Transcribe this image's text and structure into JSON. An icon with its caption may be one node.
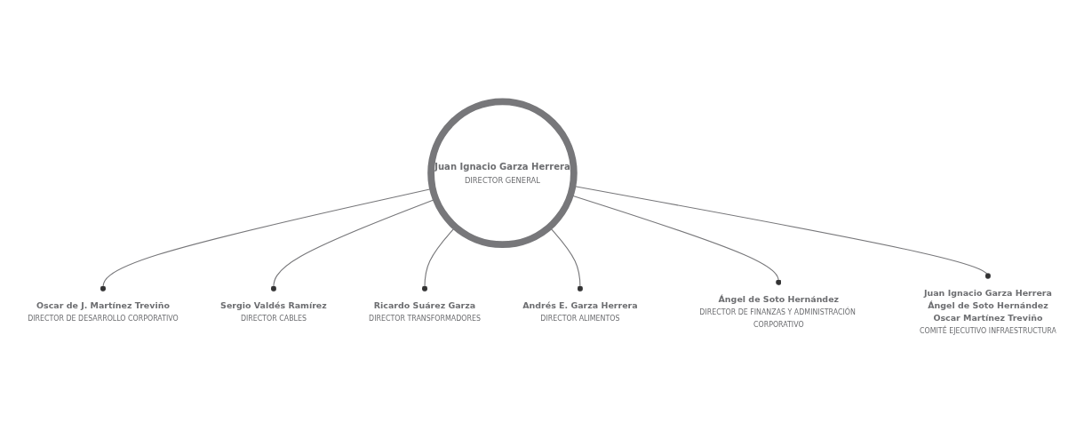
{
  "diagram": {
    "nodes": [
      {
        "text": [
          "Juan Ignacio Garza Herrera",
          "DIRECTOR GENERAL"
        ]
      },
      {
        "text": [
          "Oscar de J. Martínez Treviño",
          "DIRECTOR DE DESARROLLO CORPORATIVO"
        ]
      },
      {
        "text": [
          "Sergio Valdés Ramírez",
          "DIRECTOR CABLES"
        ]
      },
      {
        "text": [
          "Ricardo Suárez Garza",
          "DIRECTOR TRANSFORMADORES"
        ]
      },
      {
        "text": [
          "Andrés E. Garza Herrera",
          "DIRECTOR ALIMENTOS"
        ]
      },
      {
        "text": [
          "Ángel de Soto Hernández",
          "DIRECTOR DE FINANZAS Y ADMINISTRACIÓN CORPORATIVO"
        ]
      },
      {
        "text": [
          "Juan Ignacio Garza Herrera",
          "Ángel de Soto Hernández",
          "Oscar Martínez Treviño",
          "COMITÉ EJECUTIVO INFRAESTRUCTURA"
        ]
      }
    ],
    "edges": [
      {
        "from": 0,
        "to": 1,
        "arrow": "other"
      },
      {
        "from": 0,
        "to": 2,
        "arrow": "other"
      },
      {
        "from": 0,
        "to": 3,
        "arrow": "other"
      },
      {
        "from": 0,
        "to": 4,
        "arrow": "other"
      },
      {
        "from": 0,
        "to": 5,
        "arrow": "other"
      },
      {
        "from": 0,
        "to": 6,
        "arrow": "other"
      }
    ]
  }
}
